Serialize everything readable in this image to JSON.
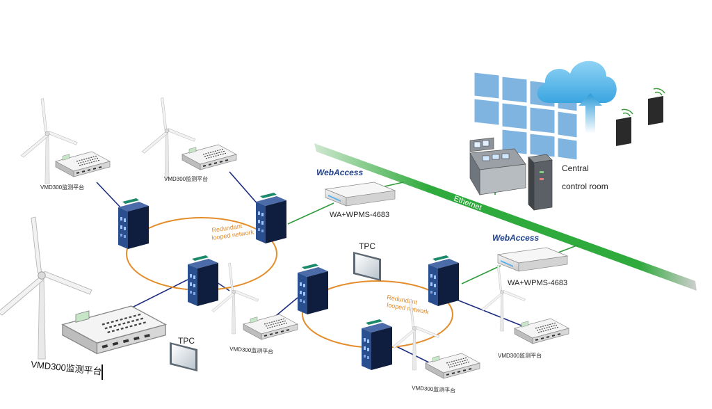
{
  "labels": {
    "vmd": "VMD300监测平台",
    "tpc": "TPC",
    "redundant_line1": "Redundant",
    "redundant_line2": "looped network",
    "wa_server": "WA+WPMS-4683",
    "webaccess_logo": "WebAccess",
    "ethernet": "Ethernet",
    "central_line1": "Central",
    "central_line2": "control room"
  },
  "colors": {
    "ethernet_band": "#2faa3c",
    "ring": "#e38d2b",
    "link_blue": "#1c2d80",
    "link_green": "#2e9b3a",
    "switch_body": "#1c3a6e",
    "cloud": "#5ab9ea",
    "video_wall": "#7fb3e0"
  },
  "icons": [
    "wind-turbine-icon",
    "switch-icon",
    "server-icon",
    "cloud-icon",
    "tablet-icon",
    "monitor-icon",
    "control-console-icon"
  ]
}
